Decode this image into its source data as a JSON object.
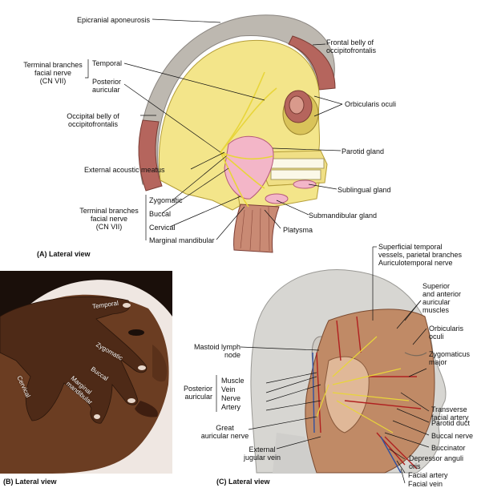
{
  "panel_a": {
    "caption": "(A) Lateral view",
    "labels": {
      "epicranial_aponeurosis": "Epicranial aponeurosis",
      "frontal_belly": "Frontal belly of\noccipitofrontalis",
      "terminal_branches_top": "Terminal branches\nfacial nerve\n(CN VII)",
      "temporal": "Temporal",
      "posterior_auricular": "Posterior\nauricular",
      "orbicularis_oculi": "Orbicularis oculi",
      "occipital_belly": "Occipital belly of\noccipitofrontalis",
      "parotid_gland": "Parotid gland",
      "external_acoustic_meatus": "External acoustic meatus",
      "sublingual_gland": "Sublingual gland",
      "zygomatic": "Zygomatic",
      "terminal_branches_bottom": "Terminal branches\nfacial nerve\n(CN VII)",
      "buccal": "Buccal",
      "submandibular_gland": "Submandibular gland",
      "cervical": "Cervical",
      "platysma": "Platysma",
      "marginal_mandibular": "Marginal mandibular"
    }
  },
  "panel_b": {
    "caption": "(B) Lateral view",
    "finger_labels": {
      "temporal": "Temporal",
      "zygomatic": "Zygomatic",
      "buccal": "Buccal",
      "marginal_mandibular": "Marginal\nmandibular",
      "cervical": "Cervical"
    }
  },
  "panel_c": {
    "caption": "(C) Lateral view",
    "labels": {
      "superficial_temporal": "Superficial temporal\nvessels, parietal branches\nAuriculotemporal nerve",
      "superior_anterior_auricular": "Superior\nand anterior\nauricular\nmuscles",
      "mastoid_lymph_node": "Mastoid lymph\nnode",
      "orbicularis_oculi": "Orbicularis\noculi",
      "zygomaticus_major": "Zygomaticus\nmajor",
      "posterior_auricular": "Posterior\nauricular",
      "muscle_vein_nerve_artery": "Muscle\nVein\nNerve\nArtery",
      "transverse_facial_artery": "Transverse\nfacial artery",
      "parotid_duct": "Parotid duct",
      "great_auricular_nerve": "Great\nauricular nerve",
      "buccal_nerve": "Buccal nerve",
      "buccinator": "Buccinator",
      "external_jugular_vein": "External\njugular vein",
      "depressor_anguli_oris": "Depressor anguli\noris",
      "facial_artery": "Facial artery",
      "facial_vein": "Facial vein"
    }
  },
  "colors": {
    "skull": "#f3e58a",
    "skull_shade": "#d9c35a",
    "aponeurosis": "#b9b4ac",
    "muscle": "#b5655d",
    "muscle_light": "#d99a8c",
    "parotid": "#f3b6c8",
    "nerve": "#f6ea70",
    "skin_dark": "#6b3d22",
    "skin_head_c": "#d7d6d2",
    "dissection": "#c08a66"
  }
}
